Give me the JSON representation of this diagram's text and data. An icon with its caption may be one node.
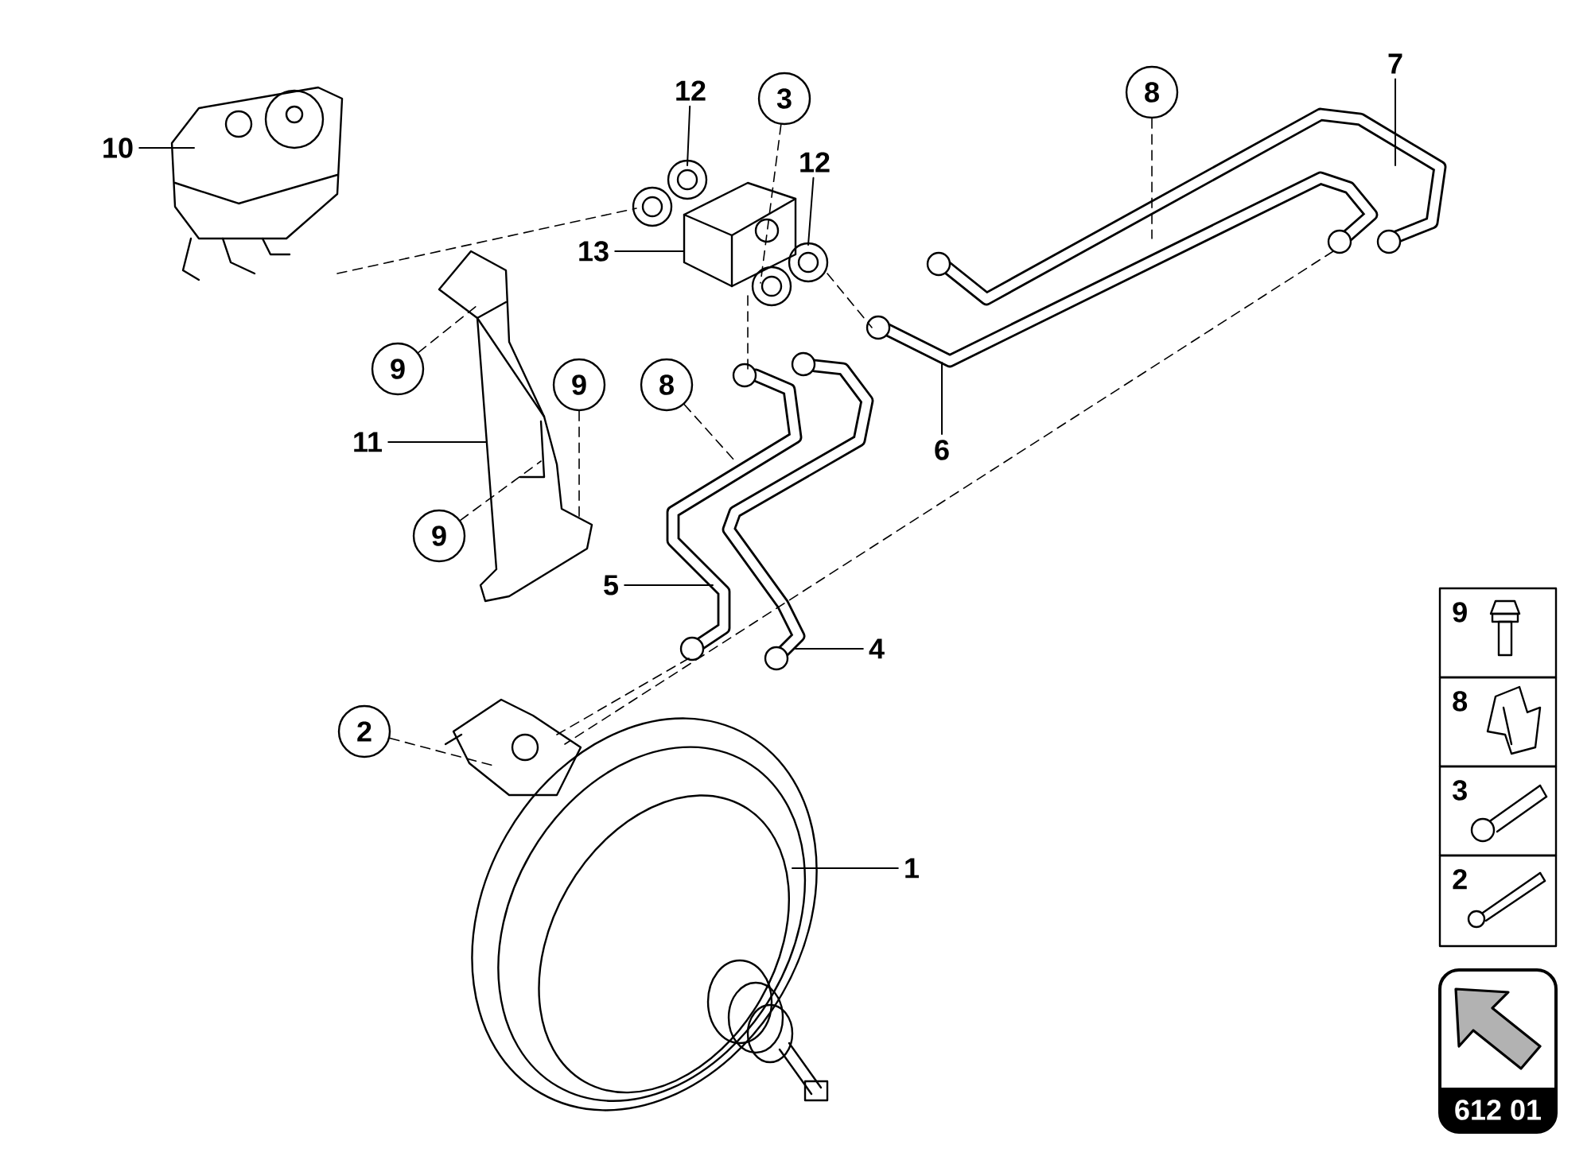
{
  "diagram": {
    "nodes": [
      {
        "text": [
          "10"
        ]
      },
      {
        "text": [],
        "shape": "picture"
      },
      {
        "text": [
          "12"
        ]
      },
      {
        "text": [
          "3"
        ]
      },
      {
        "text": [
          "12"
        ]
      },
      {
        "text": [
          "13"
        ]
      },
      {
        "text": [],
        "shape": "picture"
      },
      {
        "text": [
          "8"
        ]
      },
      {
        "text": [
          "7"
        ]
      },
      {
        "text": [],
        "shape": "picture"
      },
      {
        "text": [
          "6"
        ]
      },
      {
        "text": [
          "9"
        ]
      },
      {
        "text": [
          "11"
        ]
      },
      {
        "text": [],
        "shape": "picture"
      },
      {
        "text": [
          "9"
        ]
      },
      {
        "text": [
          "9"
        ]
      },
      {
        "text": [
          "8"
        ]
      },
      {
        "text": [],
        "shape": "picture"
      },
      {
        "text": [
          "5"
        ]
      },
      {
        "text": [
          "4"
        ]
      },
      {
        "text": [
          "2"
        ]
      },
      {
        "text": [],
        "shape": "picture"
      },
      {
        "text": [
          "1"
        ]
      }
    ],
    "edges": [
      {
        "from": 0,
        "to": 1,
        "arrow": "none"
      },
      {
        "from": 2,
        "to": 6,
        "arrow": "none"
      },
      {
        "from": 4,
        "to": 6,
        "arrow": "none"
      },
      {
        "from": 5,
        "to": 6,
        "arrow": "none"
      },
      {
        "from": 3,
        "to": 6,
        "arrow": "none",
        "style": "dashed"
      },
      {
        "from": 8,
        "to": 9,
        "arrow": "none"
      },
      {
        "from": 10,
        "to": 9,
        "arrow": "none"
      },
      {
        "from": 7,
        "to": 9,
        "arrow": "none",
        "style": "dashed"
      },
      {
        "from": 12,
        "to": 13,
        "arrow": "none"
      },
      {
        "from": 11,
        "to": 13,
        "arrow": "none",
        "style": "dashed"
      },
      {
        "from": 14,
        "to": 13,
        "arrow": "none",
        "style": "dashed"
      },
      {
        "from": 15,
        "to": 13,
        "arrow": "none",
        "style": "dashed"
      },
      {
        "from": 16,
        "to": 17,
        "arrow": "none",
        "style": "dashed"
      },
      {
        "from": 18,
        "to": 17,
        "arrow": "none"
      },
      {
        "from": 19,
        "to": 17,
        "arrow": "none"
      },
      {
        "from": 20,
        "to": 21,
        "arrow": "none",
        "style": "dashed"
      },
      {
        "from": 22,
        "to": 21,
        "arrow": "none"
      },
      {
        "from": 1,
        "to": 6,
        "arrow": "none",
        "style": "dashed"
      },
      {
        "from": 6,
        "to": 9,
        "arrow": "none",
        "style": "dashed"
      },
      {
        "from": 6,
        "to": 17,
        "arrow": "none",
        "style": "dashed"
      },
      {
        "from": 9,
        "to": 21,
        "arrow": "none",
        "style": "dashed"
      },
      {
        "from": 17,
        "to": 21,
        "arrow": "none",
        "style": "dashed"
      }
    ],
    "labels": [
      "9",
      "8",
      "3",
      "2",
      "612 01"
    ]
  }
}
